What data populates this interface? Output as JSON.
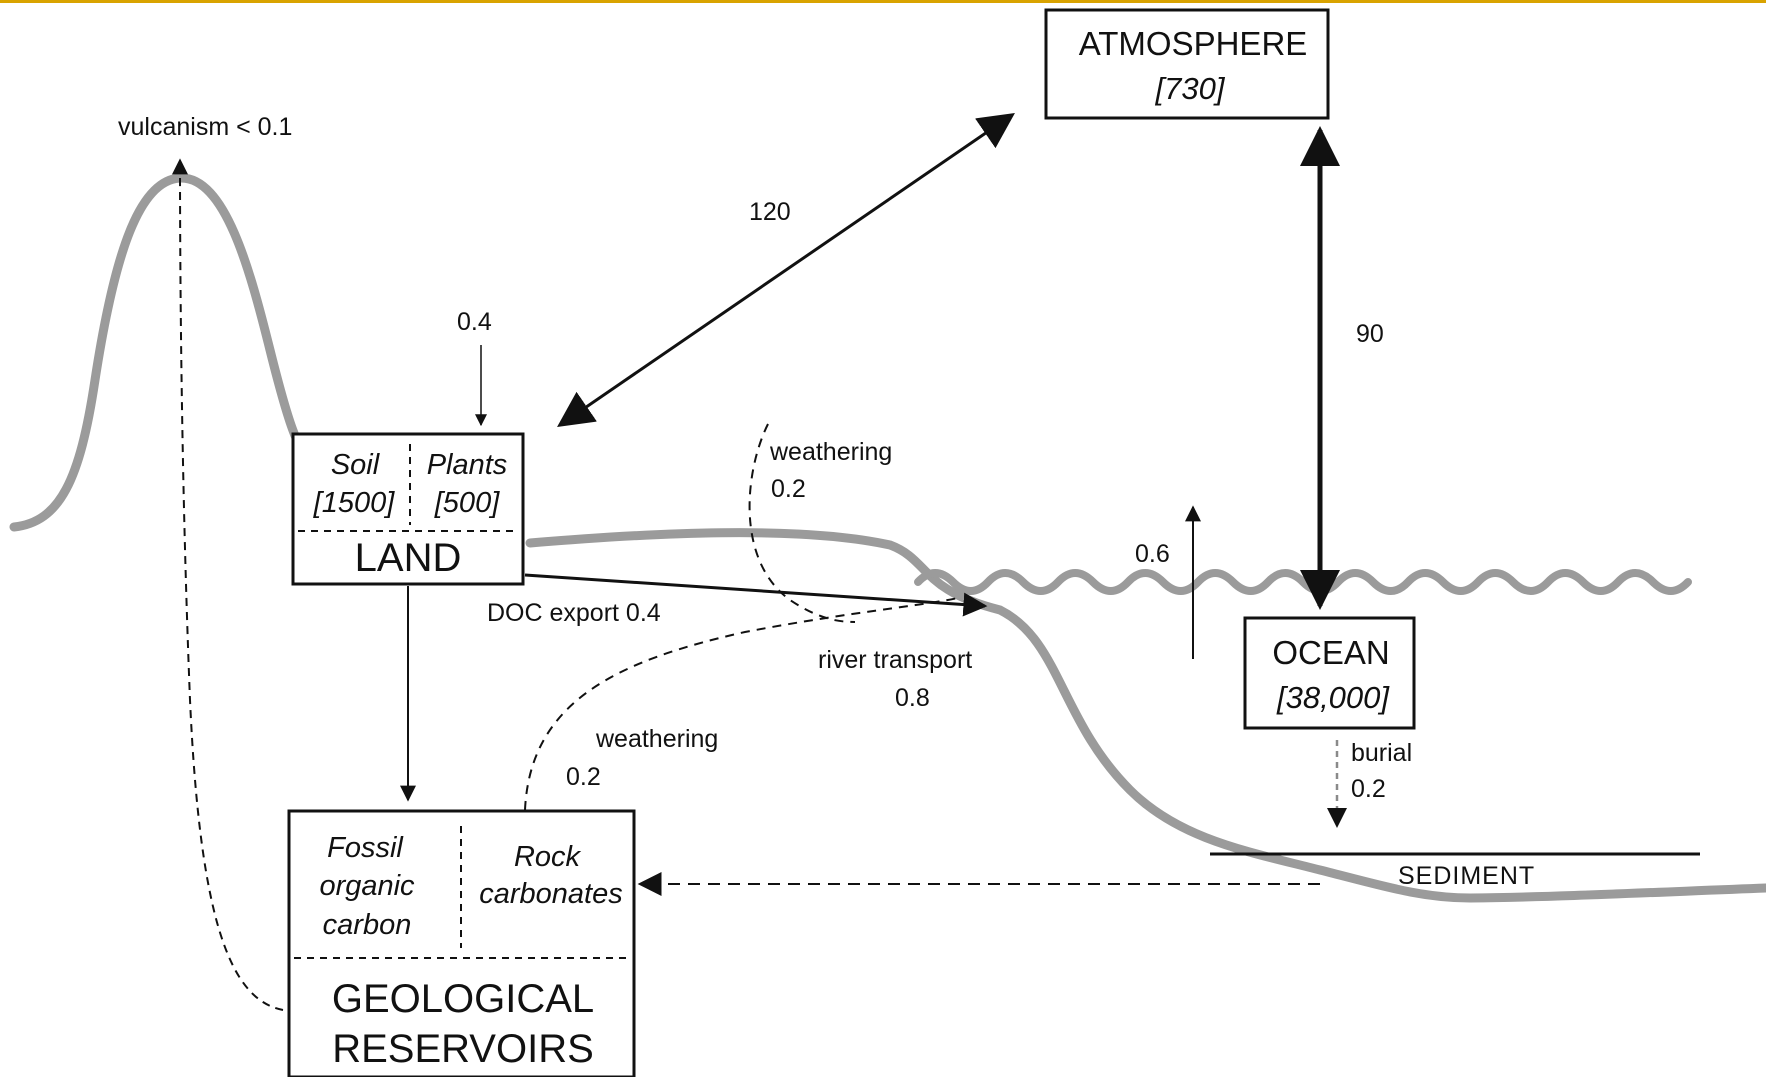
{
  "atmosphere": {
    "title": "ATMOSPHERE",
    "value": "[730]"
  },
  "land": {
    "soil_label": "Soil",
    "soil_value": "[1500]",
    "plants_label": "Plants",
    "plants_value": "[500]",
    "title": "LAND"
  },
  "ocean": {
    "title": "OCEAN",
    "value": "[38,000]"
  },
  "geological": {
    "fossil_line1": "Fossil",
    "fossil_line2": "organic",
    "fossil_line3": "carbon",
    "rock_line1": "Rock",
    "rock_line2": "carbonates",
    "title_line1": "GEOLOGICAL",
    "title_line2": "RESERVOIRS"
  },
  "flows": {
    "vulcanism": "vulcanism < 0.1",
    "land_atmosphere": "120",
    "atmosphere_ocean": "90",
    "land_input": "0.4",
    "weathering_top_label": "weathering",
    "weathering_top_value": "0.2",
    "ocean_atmosphere_small": "0.6",
    "doc_export": "DOC export 0.4",
    "river_transport_label": "river transport",
    "river_transport_value": "0.8",
    "weathering_bottom_label": "weathering",
    "weathering_bottom_value": "0.2",
    "burial_label": "burial",
    "burial_value": "0.2"
  },
  "sediment_label": "SEDIMENT",
  "colors": {
    "terrain": "#9b9b9b",
    "ink": "#111111",
    "accent_bar": "#d9a300"
  }
}
